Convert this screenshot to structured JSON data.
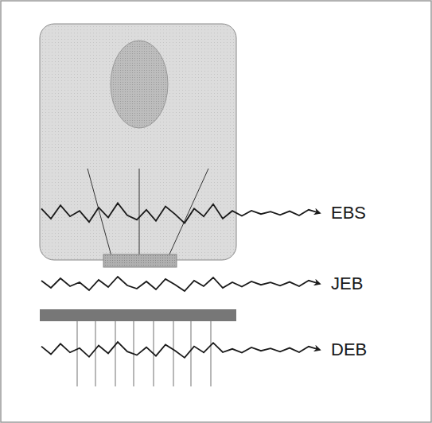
{
  "diagram": {
    "labels": [
      "EBS",
      "JEB",
      "DEB"
    ]
  }
}
